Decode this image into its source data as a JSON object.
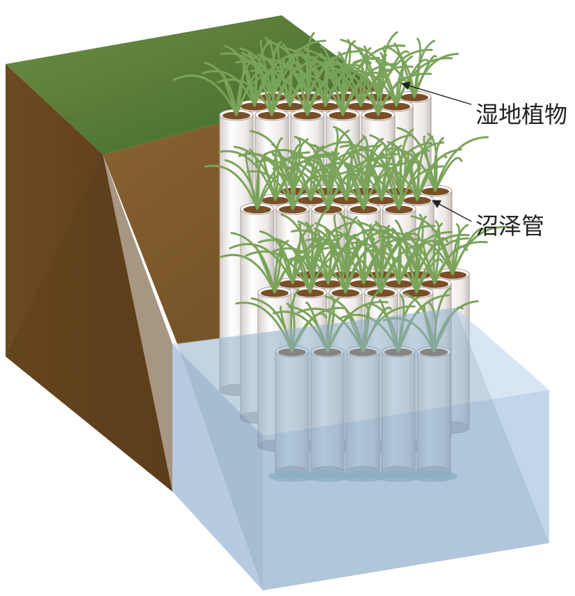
{
  "labels": {
    "wetland_plants": "湿地植物",
    "marsh_pipe": "沼泽管"
  },
  "colors": {
    "ground_top": "#5f7a3a",
    "soil_side": "#6b4a22",
    "soil_slope": "#8a6232",
    "pipe_body": "#f4f2f0",
    "pipe_soil": "#7a4f28",
    "plant_leaf": "#7aa35a",
    "water": "#8fb8de",
    "callout_line": "#222222"
  },
  "icons": {
    "callout_arrow": "arrowhead"
  }
}
